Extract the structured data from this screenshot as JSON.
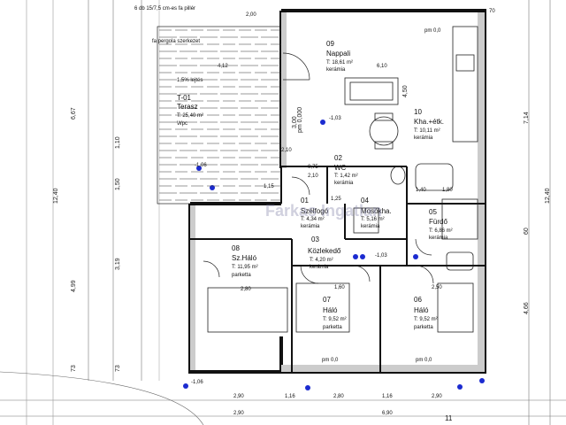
{
  "header_note": "6 db 15/7,5 cm-es fa pillér",
  "pergola_note": "fa pergola szerkezet",
  "slope_note": "1,5% lejtés",
  "terrace": {
    "id": "T-01",
    "name": "Terasz",
    "area": "T: 25,40 m²",
    "floor": "Wpc"
  },
  "rooms": [
    {
      "id": "09",
      "name": "Nappali",
      "area": "T: 18,61 m²",
      "floor": "kerámia"
    },
    {
      "id": "10",
      "name": "Kha.+étk.",
      "area": "T: 10,11 m²",
      "floor": "kerámia"
    },
    {
      "id": "02",
      "name": "WC",
      "area": "T: 1,42 m²",
      "floor": "kerámia"
    },
    {
      "id": "01",
      "name": "Szélfogó",
      "area": "T: 4,34 m²",
      "floor": "kerámia"
    },
    {
      "id": "04",
      "name": "Mosókha.",
      "area": "T: 5,16 m²",
      "floor": "kerámia"
    },
    {
      "id": "05",
      "name": "Fürdő",
      "area": "T: 6,86 m²",
      "floor": "kerámia"
    },
    {
      "id": "08",
      "name": "Sz.Háló",
      "area": "T: 11,95 m²",
      "floor": "parketta"
    },
    {
      "id": "03",
      "name": "Közlekedő",
      "area": "T: 4,20 m²",
      "floor": "kerámia"
    },
    {
      "id": "07",
      "name": "Háló",
      "area": "T: 9,52 m²",
      "floor": "parketta"
    },
    {
      "id": "06",
      "name": "Háló",
      "area": "T: 9,52 m²",
      "floor": "parketta"
    },
    {
      "id": "11",
      "name": "",
      "area": "",
      "floor": ""
    }
  ],
  "levels": {
    "pm00": "pm 0,0",
    "pm0000": "pm 0,000",
    "lvl103": "-1,03",
    "lvl106": "-1,06"
  },
  "bottom_dims": [
    "2,90",
    "1,16",
    "2,80",
    "1,16",
    "2,90"
  ],
  "bottom_dims2": [
    "2,90",
    "6,90"
  ],
  "left_dims": [
    "6,67",
    "1,10",
    "1,50",
    "3,19",
    "4,99",
    "73",
    "73"
  ],
  "left_total": "12,40",
  "right_dims": [
    "7,14",
    "12,40",
    "4,66",
    "60"
  ],
  "top_dims": [
    "2,00",
    "70"
  ],
  "interior_dims": [
    "4,12",
    "6,10",
    "4,50",
    "2,10",
    "2,80",
    "1,60",
    "2,50",
    "1,15",
    "1,25",
    "1,80",
    "0,75",
    "2,10",
    "1,40",
    "3,00"
  ],
  "watermark": "Farkas Ingatlan"
}
